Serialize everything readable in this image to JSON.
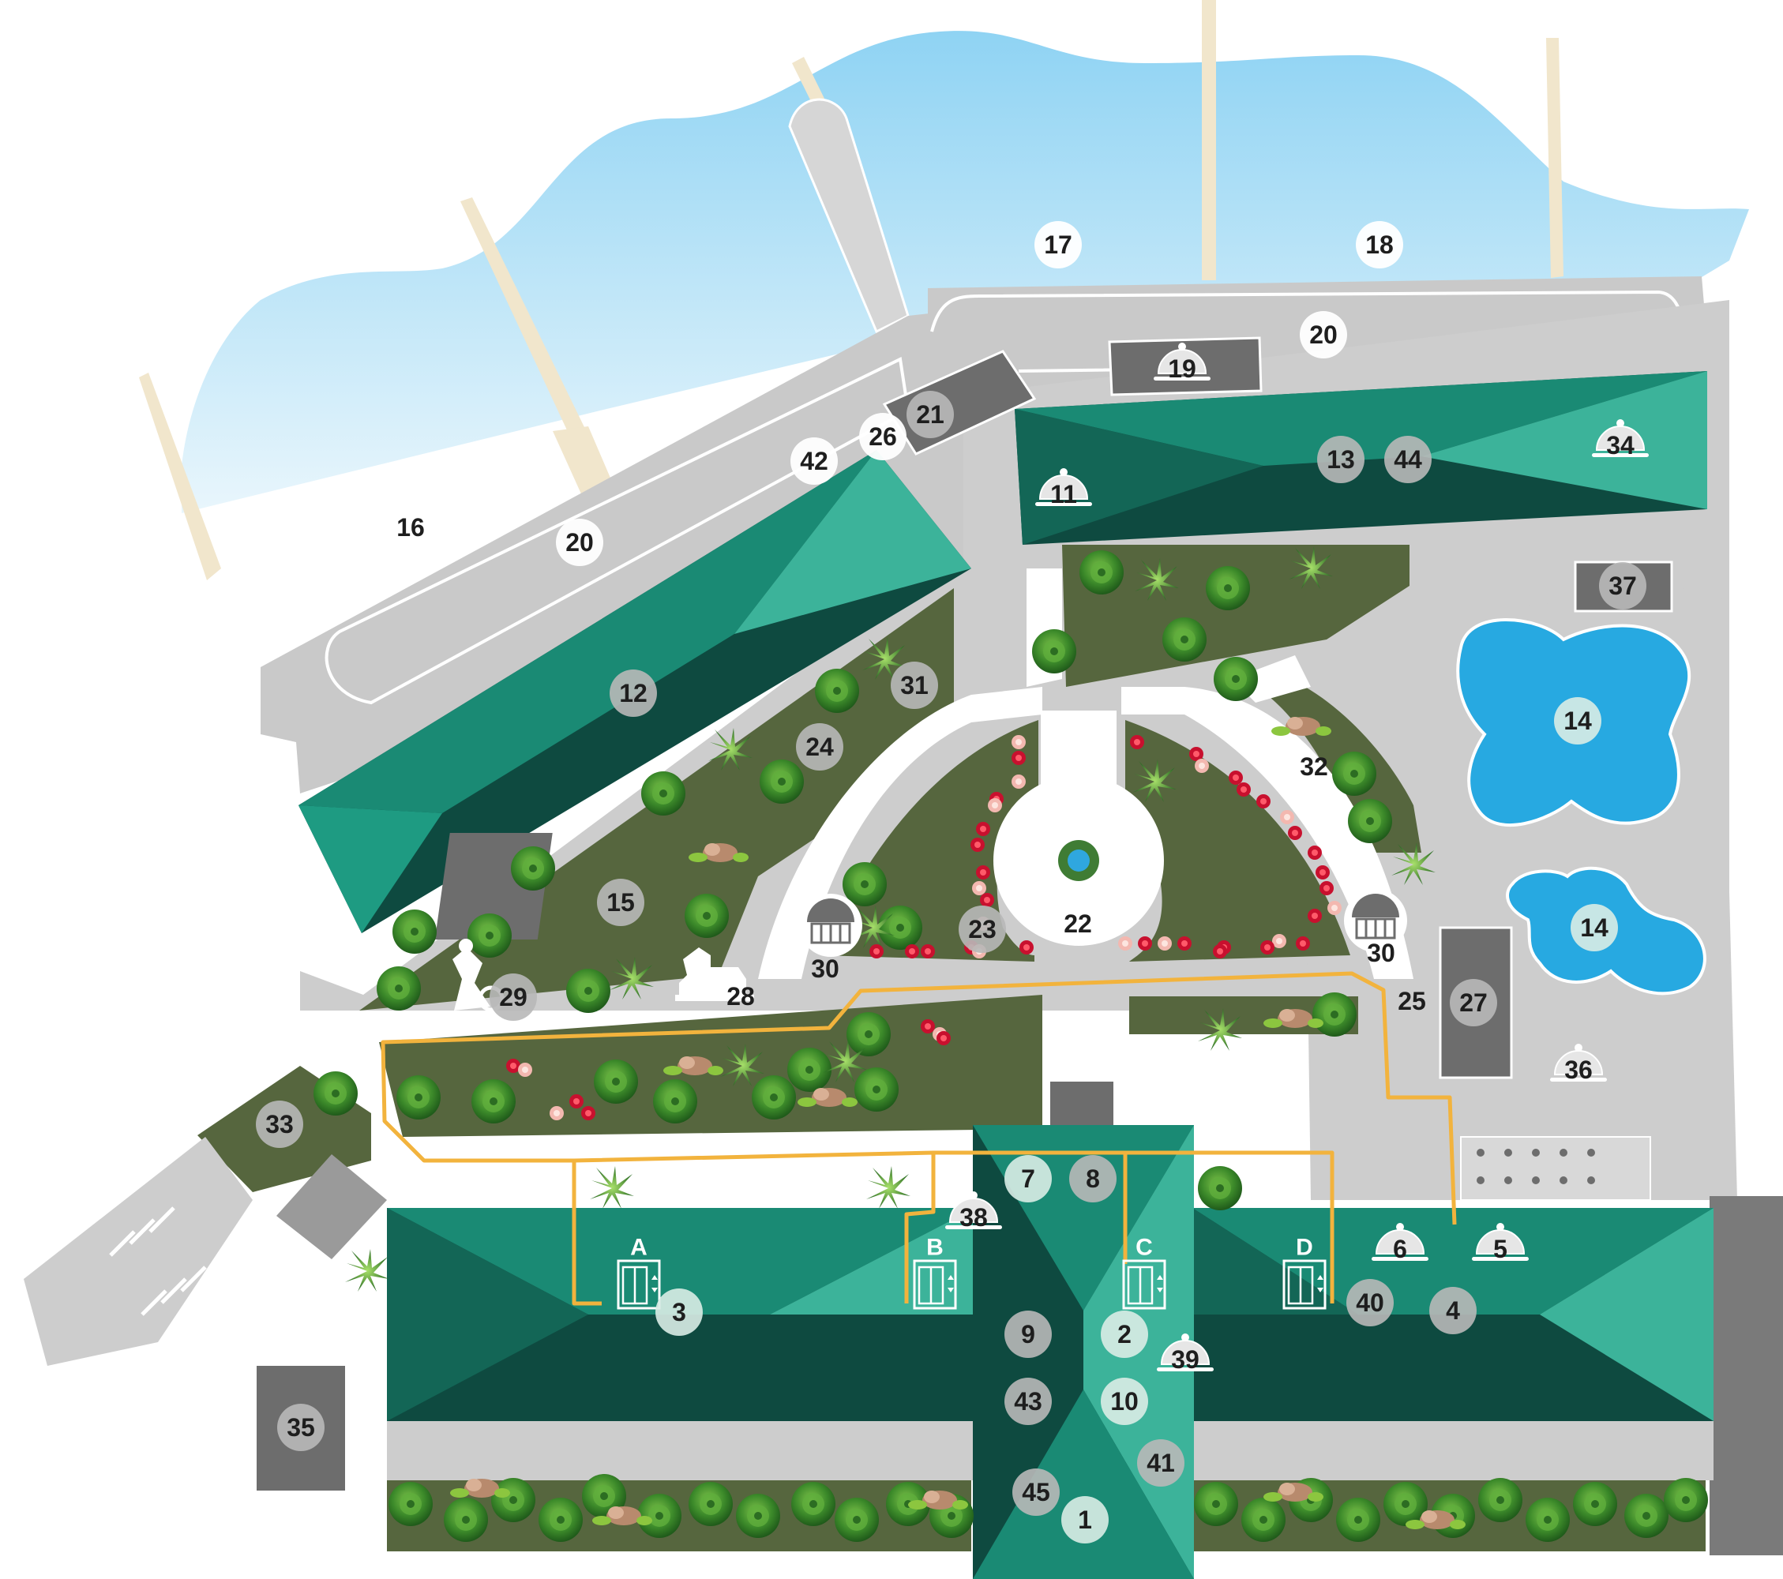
{
  "markers": [
    {
      "id": "marker-1",
      "label": "1",
      "style": "light"
    },
    {
      "id": "marker-2",
      "label": "2",
      "style": "light"
    },
    {
      "id": "marker-3",
      "label": "3",
      "style": "light"
    },
    {
      "id": "marker-4",
      "label": "4",
      "style": "dark"
    },
    {
      "id": "marker-5",
      "label": "5",
      "style": "bell"
    },
    {
      "id": "marker-6",
      "label": "6",
      "style": "bell"
    },
    {
      "id": "marker-7",
      "label": "7",
      "style": "light"
    },
    {
      "id": "marker-8",
      "label": "8",
      "style": "dark"
    },
    {
      "id": "marker-9",
      "label": "9",
      "style": "dark"
    },
    {
      "id": "marker-10",
      "label": "10",
      "style": "light"
    },
    {
      "id": "marker-11",
      "label": "11",
      "style": "bell"
    },
    {
      "id": "marker-12",
      "label": "12",
      "style": "dark"
    },
    {
      "id": "marker-13",
      "label": "13",
      "style": "dark"
    },
    {
      "id": "marker-14a",
      "label": "14",
      "style": "light"
    },
    {
      "id": "marker-14b",
      "label": "14",
      "style": "light"
    },
    {
      "id": "marker-15",
      "label": "15",
      "style": "dark"
    },
    {
      "id": "marker-16",
      "label": "16",
      "style": "white"
    },
    {
      "id": "marker-17",
      "label": "17",
      "style": "white"
    },
    {
      "id": "marker-18",
      "label": "18",
      "style": "white"
    },
    {
      "id": "marker-19",
      "label": "19",
      "style": "bell"
    },
    {
      "id": "marker-20a",
      "label": "20",
      "style": "white"
    },
    {
      "id": "marker-20b",
      "label": "20",
      "style": "white"
    },
    {
      "id": "marker-21",
      "label": "21",
      "style": "dark"
    },
    {
      "id": "marker-22",
      "label": "22",
      "style": "plain"
    },
    {
      "id": "marker-23",
      "label": "23",
      "style": "dark"
    },
    {
      "id": "marker-24",
      "label": "24",
      "style": "dark"
    },
    {
      "id": "marker-25",
      "label": "25",
      "style": "plain"
    },
    {
      "id": "marker-26",
      "label": "26",
      "style": "white"
    },
    {
      "id": "marker-27",
      "label": "27",
      "style": "dark"
    },
    {
      "id": "marker-28",
      "label": "28",
      "style": "plain"
    },
    {
      "id": "marker-29",
      "label": "29",
      "style": "dark"
    },
    {
      "id": "marker-30a",
      "label": "30",
      "style": "plain"
    },
    {
      "id": "marker-30b",
      "label": "30",
      "style": "plain"
    },
    {
      "id": "marker-31",
      "label": "31",
      "style": "dark"
    },
    {
      "id": "marker-32",
      "label": "32",
      "style": "plain"
    },
    {
      "id": "marker-33",
      "label": "33",
      "style": "dark"
    },
    {
      "id": "marker-34",
      "label": "34",
      "style": "bell"
    },
    {
      "id": "marker-35",
      "label": "35",
      "style": "dark"
    },
    {
      "id": "marker-36",
      "label": "36",
      "style": "bell"
    },
    {
      "id": "marker-37",
      "label": "37",
      "style": "dark"
    },
    {
      "id": "marker-38",
      "label": "38",
      "style": "bell"
    },
    {
      "id": "marker-39",
      "label": "39",
      "style": "bell"
    },
    {
      "id": "marker-40",
      "label": "40",
      "style": "dark"
    },
    {
      "id": "marker-41",
      "label": "41",
      "style": "dark"
    },
    {
      "id": "marker-42",
      "label": "42",
      "style": "white"
    },
    {
      "id": "marker-43",
      "label": "43",
      "style": "dark"
    },
    {
      "id": "marker-44",
      "label": "44",
      "style": "dark"
    },
    {
      "id": "marker-45",
      "label": "45",
      "style": "dark"
    }
  ],
  "elevators": [
    {
      "id": "elevator-a",
      "label": "A"
    },
    {
      "id": "elevator-b",
      "label": "B"
    },
    {
      "id": "elevator-c",
      "label": "C"
    },
    {
      "id": "elevator-d",
      "label": "D"
    }
  ],
  "colors": {
    "sea": "#bfe5f6",
    "sand": "#f1e6cc",
    "path": "#cacaca",
    "lawn": "#56663e",
    "roof_dark": "#0e4a40",
    "roof_mid": "#1a8a74",
    "roof_light": "#3cb39a",
    "pool": "#27a9e1",
    "building": "#6d6d6d",
    "route": "#f2b33d"
  }
}
